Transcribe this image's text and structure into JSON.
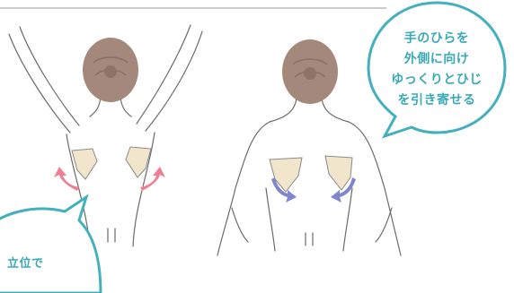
{
  "right_bubble": {
    "lines": [
      "手のひらを",
      "外側に向け",
      "ゆっくりとひじ",
      "を引き寄せる"
    ]
  },
  "left_bubble": {
    "lines": [
      "立位で"
    ]
  },
  "colors": {
    "bubble_stroke": "#45b0bd",
    "bubble_text": "#3aa9b7",
    "hair": "#a3887b",
    "outline": "#6b6b6b",
    "scapula_fill": "#f1e5cc",
    "arrow_pink": "#f07f93",
    "arrow_blue": "#7f85cf",
    "top_rule": "#9a9a9a"
  }
}
